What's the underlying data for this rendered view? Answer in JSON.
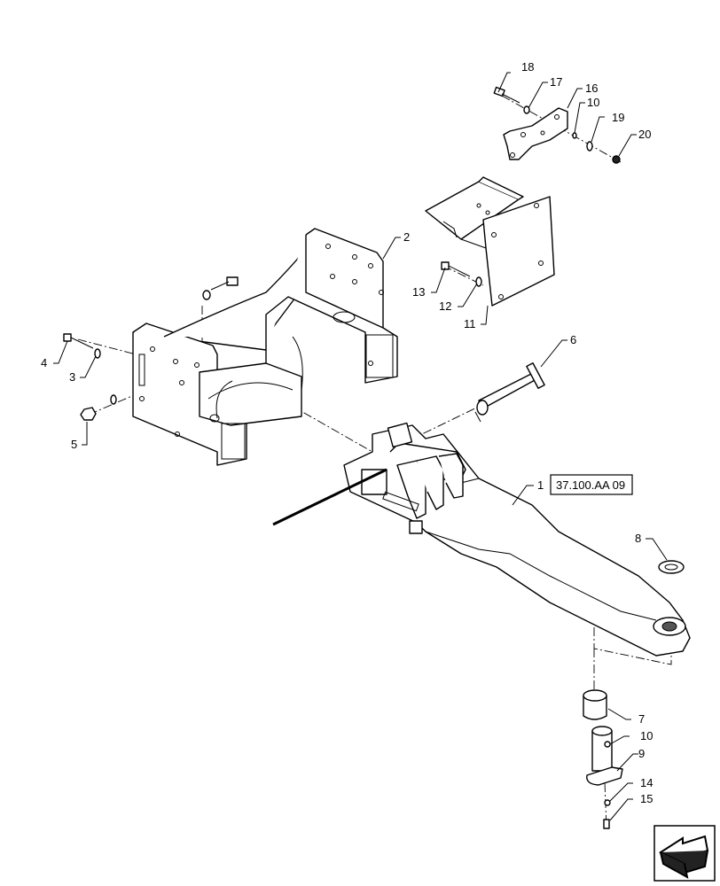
{
  "diagram": {
    "callouts": [
      {
        "id": "18",
        "label": "18"
      },
      {
        "id": "17",
        "label": "17"
      },
      {
        "id": "16",
        "label": "16"
      },
      {
        "id": "10a",
        "label": "10"
      },
      {
        "id": "19",
        "label": "19"
      },
      {
        "id": "20",
        "label": "20"
      },
      {
        "id": "2",
        "label": "2"
      },
      {
        "id": "13",
        "label": "13"
      },
      {
        "id": "12",
        "label": "12"
      },
      {
        "id": "11",
        "label": "11"
      },
      {
        "id": "4",
        "label": "4"
      },
      {
        "id": "3",
        "label": "3"
      },
      {
        "id": "5",
        "label": "5"
      },
      {
        "id": "6",
        "label": "6"
      },
      {
        "id": "1",
        "label": "1"
      },
      {
        "id": "8",
        "label": "8"
      },
      {
        "id": "7",
        "label": "7"
      },
      {
        "id": "10b",
        "label": "10"
      },
      {
        "id": "9",
        "label": "9"
      },
      {
        "id": "14",
        "label": "14"
      },
      {
        "id": "15",
        "label": "15"
      }
    ],
    "reference_box": "37.100.AA 09",
    "nav_icon": "next-page-arrow-icon"
  }
}
